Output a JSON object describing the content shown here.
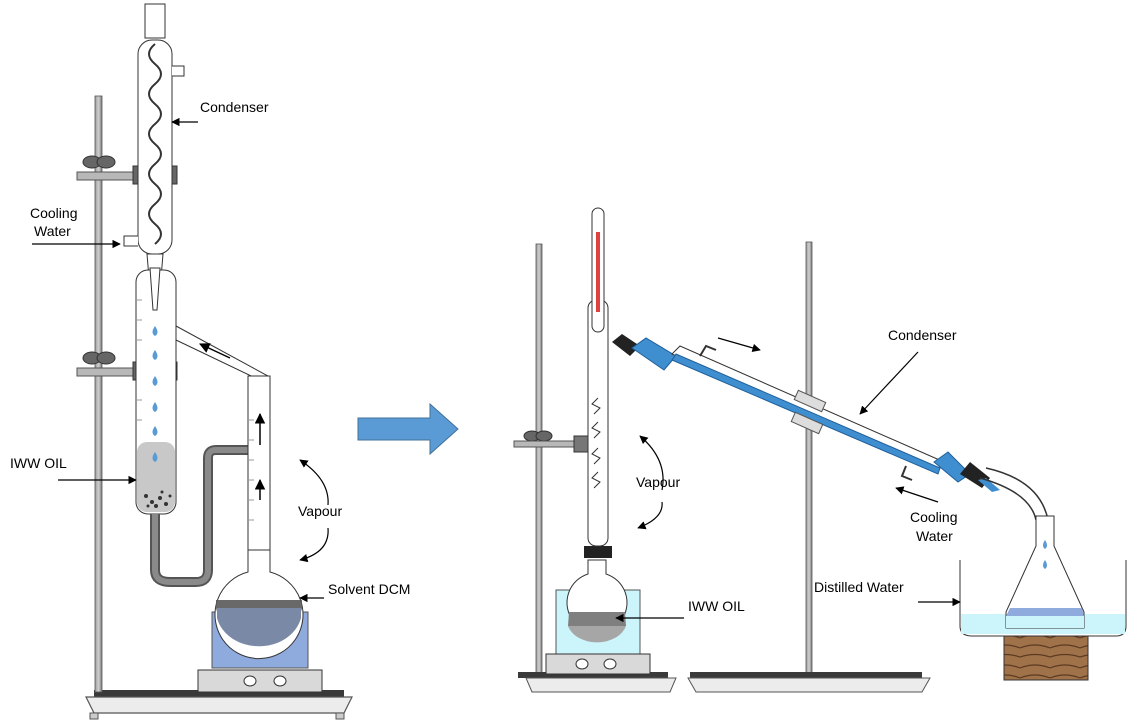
{
  "left_apparatus": {
    "labels": {
      "condenser": "Condenser",
      "cooling_water_line1": "Cooling",
      "cooling_water_line2": "Water",
      "iww_oil": "IWW OIL",
      "vapour": "Vapour",
      "solvent": "Solvent DCM"
    }
  },
  "right_apparatus": {
    "labels": {
      "condenser": "Condenser",
      "vapour": "Vapour",
      "cooling_water_line1": "Cooling",
      "cooling_water_line2": "Water",
      "distilled_water": "Distilled Water",
      "iww_oil": "IWW OIL"
    }
  },
  "colors": {
    "stand_gray": "#7f7f7f",
    "stand_dark": "#3a3a3a",
    "water_blue": "#8faadc",
    "light_water": "#ccf5fb",
    "condenser_blue": "#3e8ed0",
    "arrow_blue": "#5b9bd5",
    "thermometer_red": "#e04040",
    "wood": "#a0724a"
  },
  "icons": {
    "transition_arrow": "right-arrow-icon",
    "droplets": "water-drop-icon"
  }
}
